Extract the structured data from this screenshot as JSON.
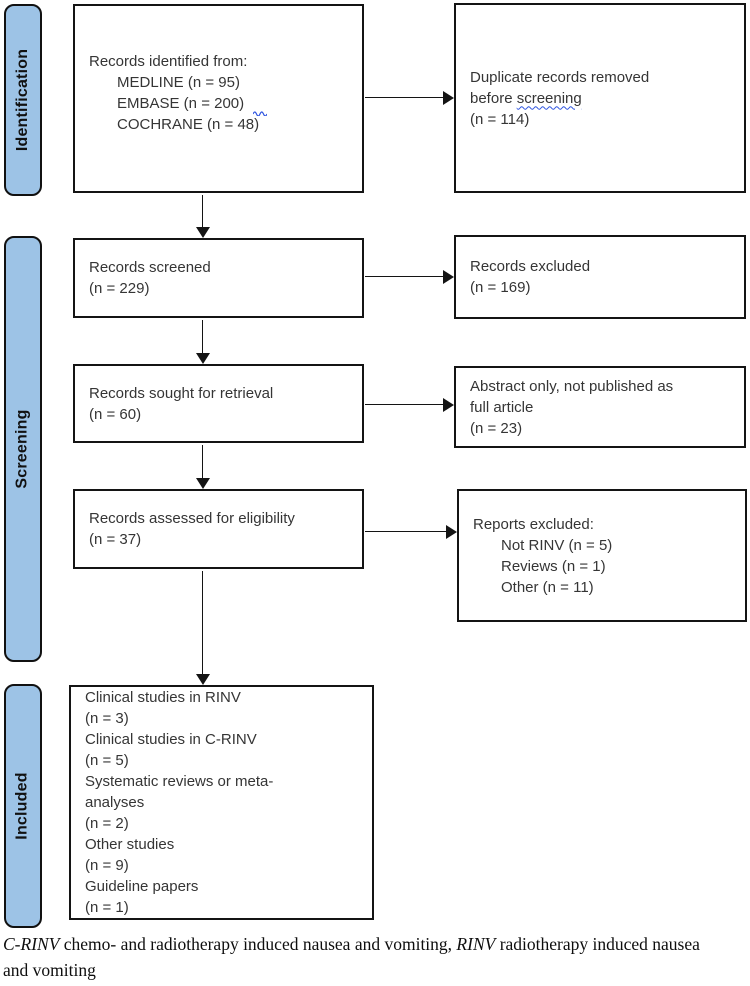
{
  "palette": {
    "stage_fill": "#9DC3E6",
    "stage_border": "#111111",
    "box_border": "#141414",
    "text": "#353535",
    "squiggle_blue": "#2f55e0"
  },
  "stages": {
    "identification": {
      "label": "Identification"
    },
    "screening": {
      "label": "Screening"
    },
    "included": {
      "label": "Included"
    }
  },
  "boxes": {
    "records_identified": {
      "lines": [
        "Records identified from:",
        "MEDLINE (n = 95)",
        "EMBASE (n = 200)",
        "COCHRANE (n = 48)"
      ]
    },
    "duplicates_removed": {
      "line1": "Duplicate records removed",
      "line2_prefix": "before ",
      "line2_word": "screening",
      "line3": "(n = 114)"
    },
    "records_screened": {
      "lines": [
        "Records screened",
        "(n = 229)"
      ]
    },
    "records_excluded": {
      "lines": [
        "Records excluded",
        "(n = 169)"
      ]
    },
    "records_sought": {
      "lines": [
        "Records sought for retrieval",
        "(n = 60)"
      ]
    },
    "abstract_only": {
      "lines": [
        "Abstract only, not published as",
        "full article",
        "(n = 23)"
      ]
    },
    "records_assessed": {
      "lines": [
        "Records assessed for eligibility",
        "(n = 37)"
      ]
    },
    "reports_excluded": {
      "heading": "Reports excluded:",
      "items": [
        "Not RINV (n = 5)",
        "Reviews (n = 1)",
        "Other (n = 11)"
      ]
    },
    "included_studies": {
      "lines": [
        "Clinical studies in RINV",
        "(n = 3)",
        "Clinical studies in C-RINV",
        "(n = 5)",
        "Systematic reviews or meta-",
        "analyses",
        "(n = 2)",
        "Other studies",
        "(n = 9)",
        "Guideline papers",
        "(n = 1)"
      ]
    }
  },
  "caption": {
    "term1": "C-RINV",
    "def1": " chemo- and radiotherapy induced nausea and vomiting, ",
    "term2": "RINV",
    "def2": " radiotherapy induced nausea and vomiting"
  }
}
